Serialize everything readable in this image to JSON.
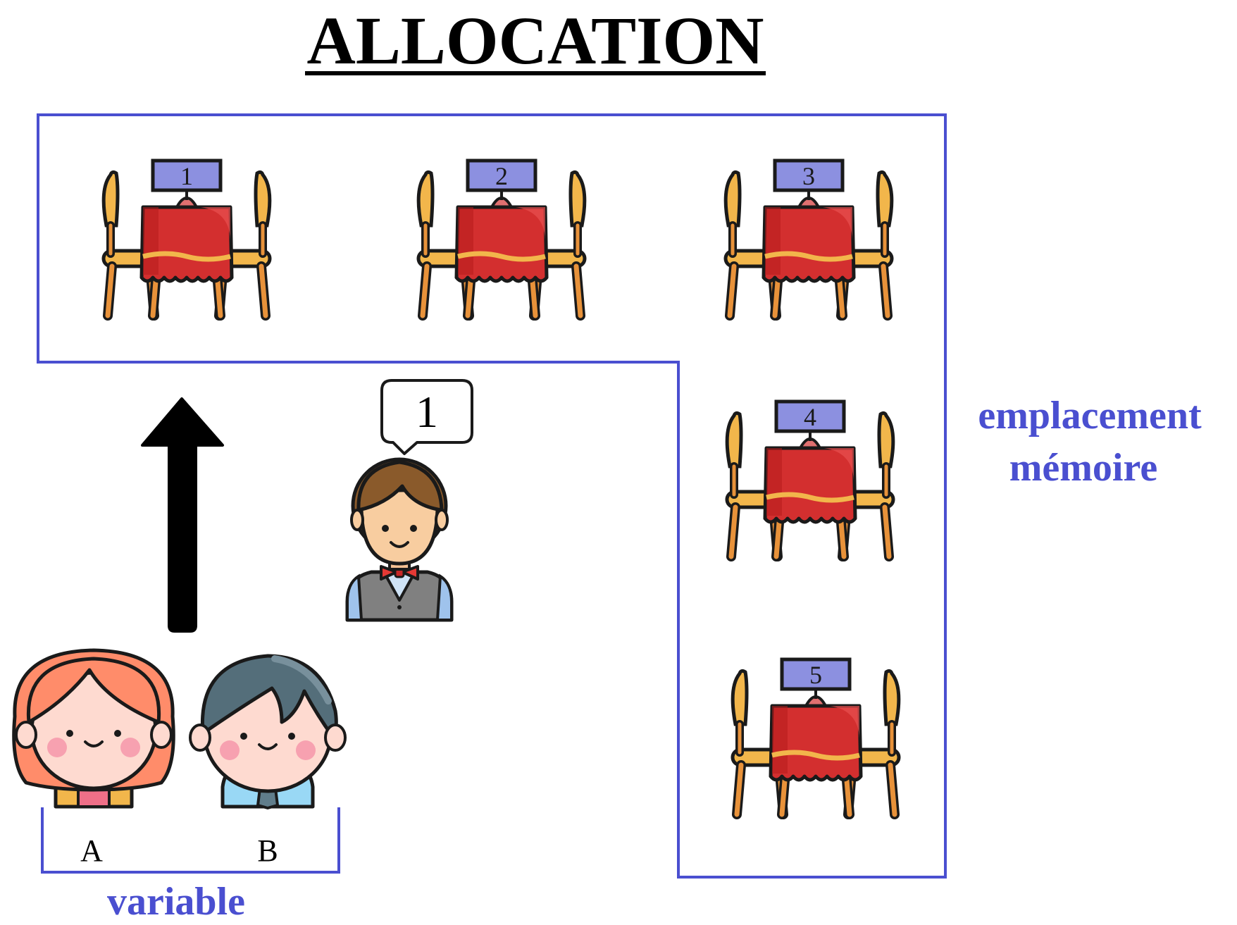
{
  "title": "ALLOCATION",
  "colors": {
    "accent": "#4a4fd0",
    "sign": "#8c90e0",
    "tablecloth": "#d32f2f",
    "chair": "#f2b64b",
    "arrow": "#000000"
  },
  "tables": [
    {
      "number": "1"
    },
    {
      "number": "2"
    },
    {
      "number": "3"
    },
    {
      "number": "4"
    },
    {
      "number": "5"
    }
  ],
  "waiter": {
    "speech": "1",
    "icon": "waiter-icon"
  },
  "people": [
    {
      "label": "A",
      "icon": "woman-icon"
    },
    {
      "label": "B",
      "icon": "man-icon"
    }
  ],
  "labels": {
    "memory_line1": "emplacement",
    "memory_line2": "mémoire",
    "variable": "variable"
  }
}
